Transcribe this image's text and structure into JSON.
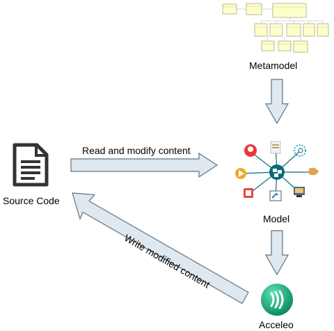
{
  "labels": {
    "metamodel": "Metamodel",
    "model": "Model",
    "source_code": "Source Code",
    "acceleo": "Acceleo",
    "read_modify": "Read and modify content",
    "write_modified": "Write modified content"
  },
  "colors": {
    "arrow_fill": "#dfe7ef",
    "arrow_stroke": "#5d7484",
    "hub": "#0a6a78",
    "acceleo": "#12a779",
    "uml_box": "#ffffcc"
  },
  "icons": {
    "source_code": "document-lines-icon",
    "metamodel": "class-diagram-thumbnail",
    "model": "model-graph-icon",
    "acceleo": "acceleo-logo-icon"
  }
}
